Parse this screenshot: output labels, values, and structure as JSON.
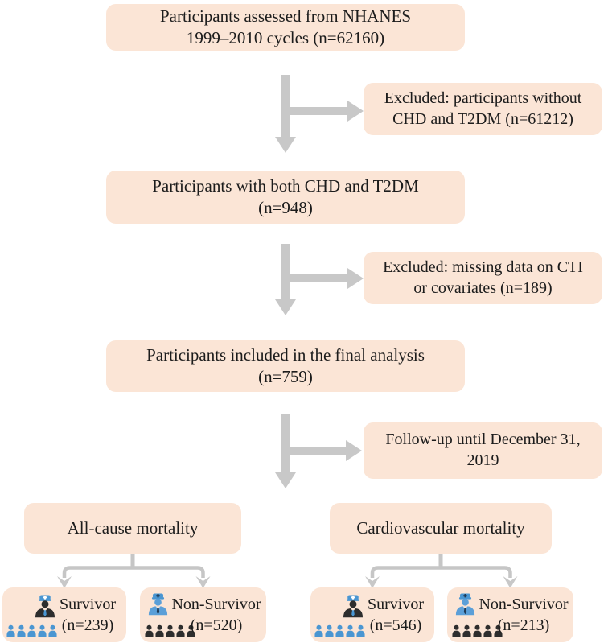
{
  "figure": {
    "type": "participant-flow-diagram"
  },
  "palette": {
    "box_fill": "#fbe5d6",
    "arrow_gray": "#c8c8c8",
    "connector_gray": "#c6c6c6",
    "text_color": "#1c1c1c",
    "icon_blue": "#4a96d2",
    "icon_dark": "#2d2d2d"
  },
  "icons": {
    "doctor": "doctor-icon (person bust with medical cap and cross)",
    "crowd": "crowd-row-icon (five person silhouettes)"
  },
  "flow": {
    "box1": {
      "line1": "Participants assessed from NHANES",
      "line2": "1999–2010 cycles (n=62160)"
    },
    "excl1": {
      "line1": "Excluded: participants without",
      "line2": "CHD and T2DM (n=61212)"
    },
    "box2": {
      "line1": "Participants with both CHD and T2DM",
      "line2": "(n=948)"
    },
    "excl2": {
      "line1": "Excluded: missing data on CTI",
      "line2": "or covariates (n=189)"
    },
    "box3": {
      "line1": "Participants included in the final analysis",
      "line2": "(n=759)"
    },
    "followup": {
      "line1": "Follow-up until December 31,",
      "line2": "2019"
    },
    "allcause": {
      "label": "All-cause mortality"
    },
    "cardio": {
      "label": "Cardiovascular mortality"
    },
    "outcomes": {
      "ac_survivor": {
        "line1": "Survivor",
        "line2": "(n=239)"
      },
      "ac_nonsurvivor": {
        "line1": "Non-Survivor",
        "line2": "(n=520)"
      },
      "cv_survivor": {
        "line1": "Survivor",
        "line2": "(n=546)"
      },
      "cv_nonsurvivor": {
        "line1": "Non-Survivor",
        "line2": "(n=213)"
      }
    }
  }
}
